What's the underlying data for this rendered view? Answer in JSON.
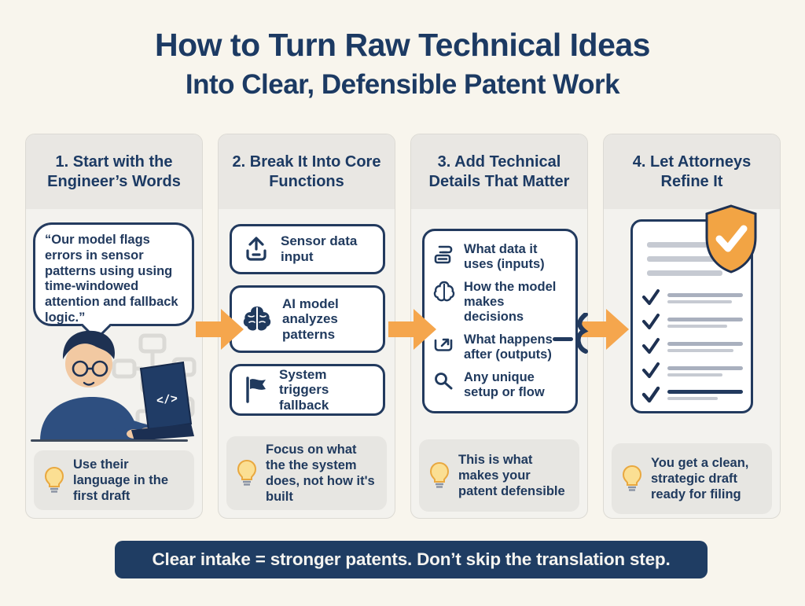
{
  "title": {
    "line1": "How to Turn Raw Technical Ideas",
    "line2": "Into Clear, Defensible Patent Work"
  },
  "steps": [
    {
      "title": "1. Start with the Engineer’s Words",
      "bubble": "“Our model flags errors in sensor patterns using using time-windowed attention and fallback logic.”",
      "laptop_label": "</>",
      "illustration": "person-typing-on-laptop-with-flowchart",
      "tip_icon": "lightbulb-icon",
      "tip": "Use their language in the first draft"
    },
    {
      "title": "2. Break It Into Core Functions",
      "boxes": [
        {
          "icon": "upload-icon",
          "label": "Sensor data input"
        },
        {
          "icon": "brain-icon",
          "label": "AI model analyzes patterns"
        },
        {
          "icon": "flag-icon",
          "label": "System triggers fallback"
        }
      ],
      "tip_icon": "lightbulb-icon",
      "tip": "Focus on what the the system does, not how it's built"
    },
    {
      "title": "3. Add Technical Details That Matter",
      "items": [
        {
          "icon": "layers-icon",
          "label": "What data it uses (inputs)"
        },
        {
          "icon": "brain-outline-icon",
          "label": "How the model makes decisions"
        },
        {
          "icon": "output-icon",
          "label": "What happens after (outputs)"
        },
        {
          "icon": "magnifier-icon",
          "label": "Any unique setup or flow"
        }
      ],
      "tip_icon": "lightbulb-icon",
      "tip": "This is what makes your patent defensible"
    },
    {
      "title": "4. Let Attorneys Refine It",
      "illustration": "checklist-document-with-shield-check",
      "shield_icon": "shield-check-icon",
      "tip_icon": "lightbulb-icon",
      "tip": "You get a clean, strategic draft ready for filing"
    }
  ],
  "connectors": {
    "icon": "arrow-right-icon",
    "count": 3
  },
  "footer": {
    "text": "Clear intake = stronger patents. Don’t skip the translation step."
  },
  "colors": {
    "background": "#F8F5ED",
    "navy_text": "#1C3A63",
    "accent_orange": "#F5A64D",
    "column_bg": "#F3F2EE",
    "band_bg": "#E9E7E3",
    "tip_bg": "#E7E6E2",
    "footer_bg": "#1F3D63",
    "bulb_yellow": "#FBDF93",
    "shield_orange": "#F2A444"
  }
}
